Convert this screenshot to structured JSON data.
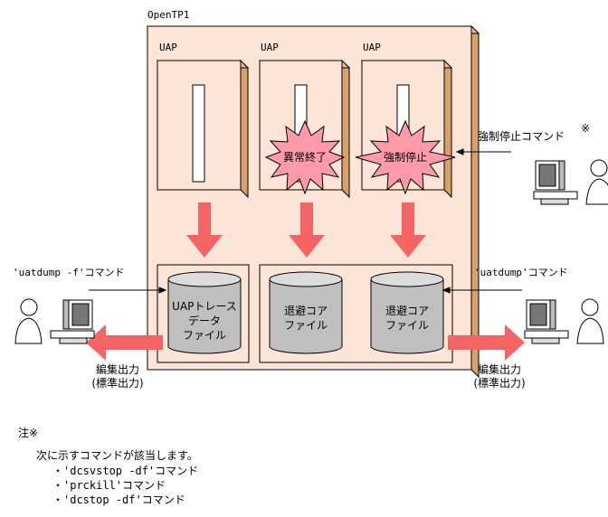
{
  "system_label": "OpenTP1",
  "uap_labels": [
    "UAP",
    "UAP",
    "UAP"
  ],
  "burst_abnormal": "異常終了",
  "burst_forced": "強制停止",
  "forced_stop_command": "強制停止コマンド",
  "note_mark": "※",
  "left_command": "'uatdump -f'コマンド",
  "right_command": "'uatdump'コマンド",
  "trace_file": [
    "UAPトレース",
    "データ",
    "ファイル"
  ],
  "save_core_file": [
    "退避コア",
    "ファイル"
  ],
  "edit_output": [
    "編集出力",
    "(標準出力)"
  ],
  "note": {
    "title": "注※",
    "intro": "次に示すコマンドが該当します。",
    "items": [
      "・'dcsvstop -df'コマンド",
      "・'prckill'コマンド",
      "・'dcstop -df'コマンド"
    ]
  },
  "colors": {
    "box_fill": "#FCE4D6",
    "box_side": "#D9A06B",
    "arrow": "#F46464",
    "burst": "#FF9AAB",
    "cyl_body": "#BFBFBF",
    "cyl_top": "#DCDCDC"
  }
}
